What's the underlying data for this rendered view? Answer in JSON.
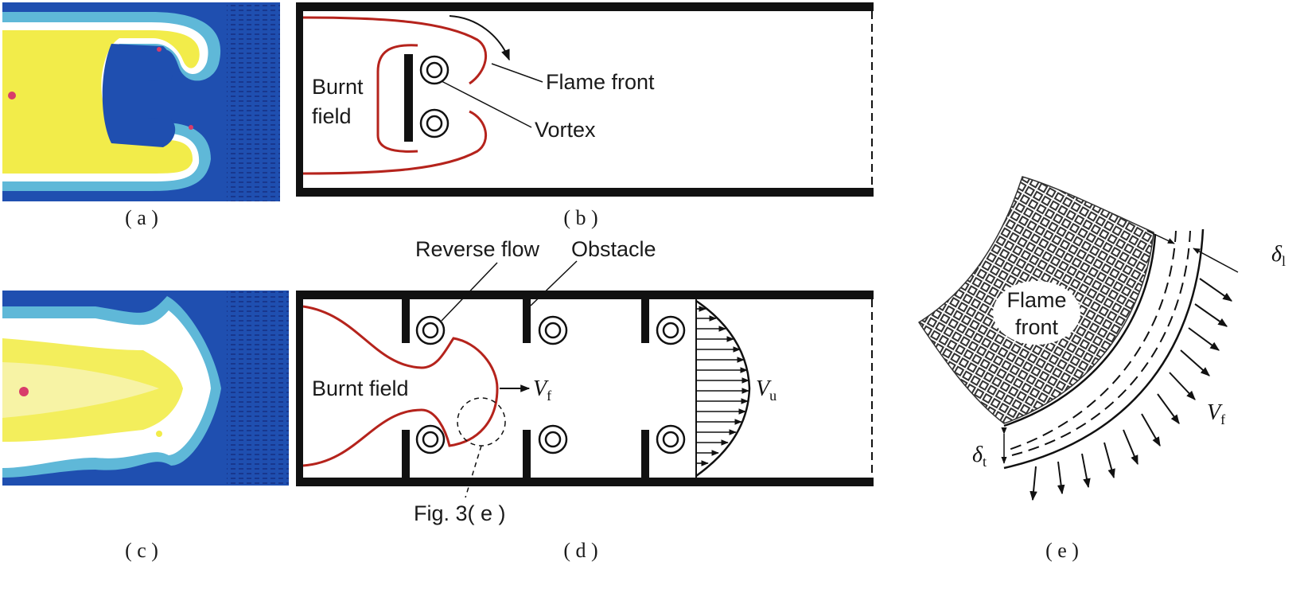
{
  "panels": {
    "a": {
      "caption": "( a )"
    },
    "b": {
      "caption": "( b )",
      "burnt_label_line1": "Burnt",
      "burnt_label_line2": "field",
      "flame_front_label": "Flame front",
      "vortex_label": "Vortex"
    },
    "c": {
      "caption": "( c )"
    },
    "d": {
      "caption": "( d )",
      "reverse_flow_label": "Reverse flow",
      "obstacle_label": "Obstacle",
      "burnt_field_label": "Burnt field",
      "vf_symbol": "V",
      "vf_subscript": "f",
      "vu_symbol": "V",
      "vu_subscript": "u",
      "fig_ref_label": "Fig. 3( e )"
    },
    "e": {
      "caption": "( e )",
      "flame_front_line1": "Flame",
      "flame_front_line2": "front",
      "delta_l_symbol": "δ",
      "delta_l_subscript": "l",
      "delta_t_symbol": "δ",
      "delta_t_subscript": "t",
      "vf_symbol": "V",
      "vf_subscript": "f"
    }
  },
  "colors": {
    "flame_front_red": "#b5231c",
    "burnt_yellow": "#f2ec4a",
    "field_blue": "#1f4fb0",
    "edge_cyan": "#5fb8d8",
    "wall_black": "#111111"
  }
}
